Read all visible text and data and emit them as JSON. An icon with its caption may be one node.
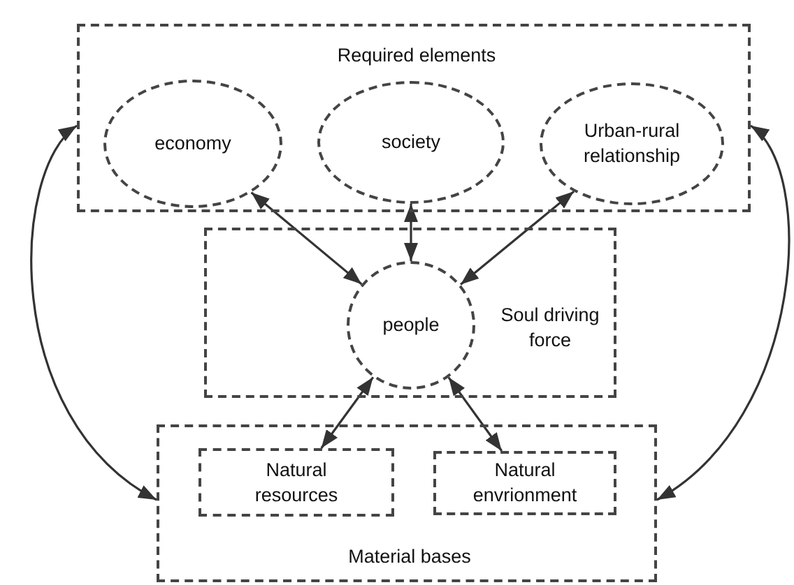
{
  "diagram": {
    "nodes": [
      {
        "text": [
          "Required elements"
        ]
      },
      {
        "text": [
          "economy"
        ],
        "in": 0
      },
      {
        "text": [
          "society"
        ],
        "in": 0
      },
      {
        "text": [
          "Urban-rural relationship"
        ],
        "in": 0
      },
      {
        "text": [
          "Soul driving force"
        ]
      },
      {
        "text": [
          "people"
        ],
        "in": 4
      },
      {
        "text": [
          "Material bases"
        ]
      },
      {
        "text": [
          "Natural resources"
        ],
        "in": 6
      },
      {
        "text": [
          "Natural envrionment"
        ],
        "in": 6
      }
    ],
    "edges": [
      {
        "from": 1,
        "to": 5,
        "arrow": "both"
      },
      {
        "from": 2,
        "to": 5,
        "arrow": "both"
      },
      {
        "from": 3,
        "to": 5,
        "arrow": "both"
      },
      {
        "from": 5,
        "to": 7,
        "arrow": "both"
      },
      {
        "from": 5,
        "to": 8,
        "arrow": "both"
      },
      {
        "from": 0,
        "to": 6,
        "arrow": "both"
      },
      {
        "from": 0,
        "to": 6,
        "arrow": "both"
      }
    ]
  }
}
